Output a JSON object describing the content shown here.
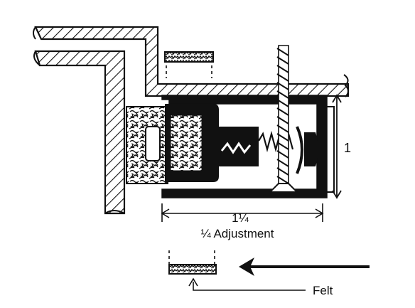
{
  "diagram": {
    "labels": {
      "width_dimension": "1¼",
      "height_dimension": "1",
      "adjustment_note": "¼ Adjustment",
      "felt_label": "Felt"
    }
  }
}
